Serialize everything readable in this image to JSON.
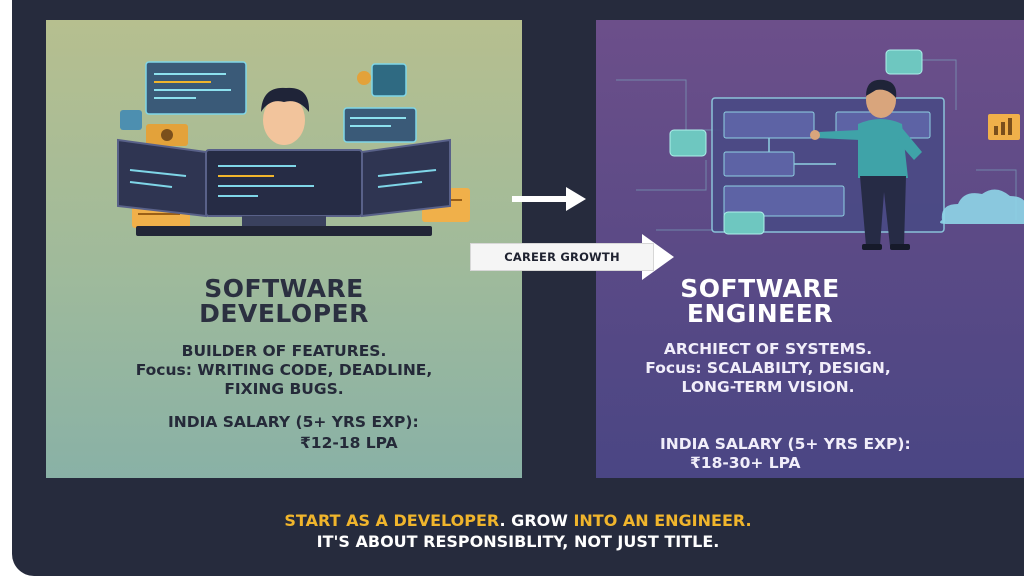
{
  "left_card": {
    "title_line1": "SOFTWARE",
    "title_line2": "DEVELOPER",
    "description_lines": [
      "BUILDER OF FEATURES.",
      "Focus: WRITING CODE, DEADLINE,",
      "FIXING BUGS."
    ],
    "salary_label": "INDIA SALARY (5+ YRS EXP):",
    "salary_value": "₹12-18 LPA",
    "illustration": "developer-at-workstation"
  },
  "right_card": {
    "title_line1": "SOFTWARE",
    "title_line2": "ENGINEER",
    "description_lines": [
      "ARCHIECT OF SYSTEMS.",
      "Focus: SCALABILTY, DESIGN,",
      "LONG-TERM VISION."
    ],
    "salary_label": "INDIA SALARY (5+ YRS EXP):",
    "salary_value": "₹18-30+ LPA",
    "illustration": "engineer-with-system-diagram"
  },
  "transition": {
    "label": "CAREER GROWTH",
    "icon": "arrow-right-icon"
  },
  "tagline": {
    "part1": "START AS A DEVELOPER",
    "part2": ". GROW ",
    "part3": "INTO AN ENGINEER.",
    "line2": "IT'S ABOUT RESPONSIBLITY, NOT JUST TITLE."
  },
  "colors": {
    "background": "#262b3d",
    "left_panel": "#9fba9b",
    "right_panel": "#5b4a86",
    "highlight": "#f0b52c"
  }
}
